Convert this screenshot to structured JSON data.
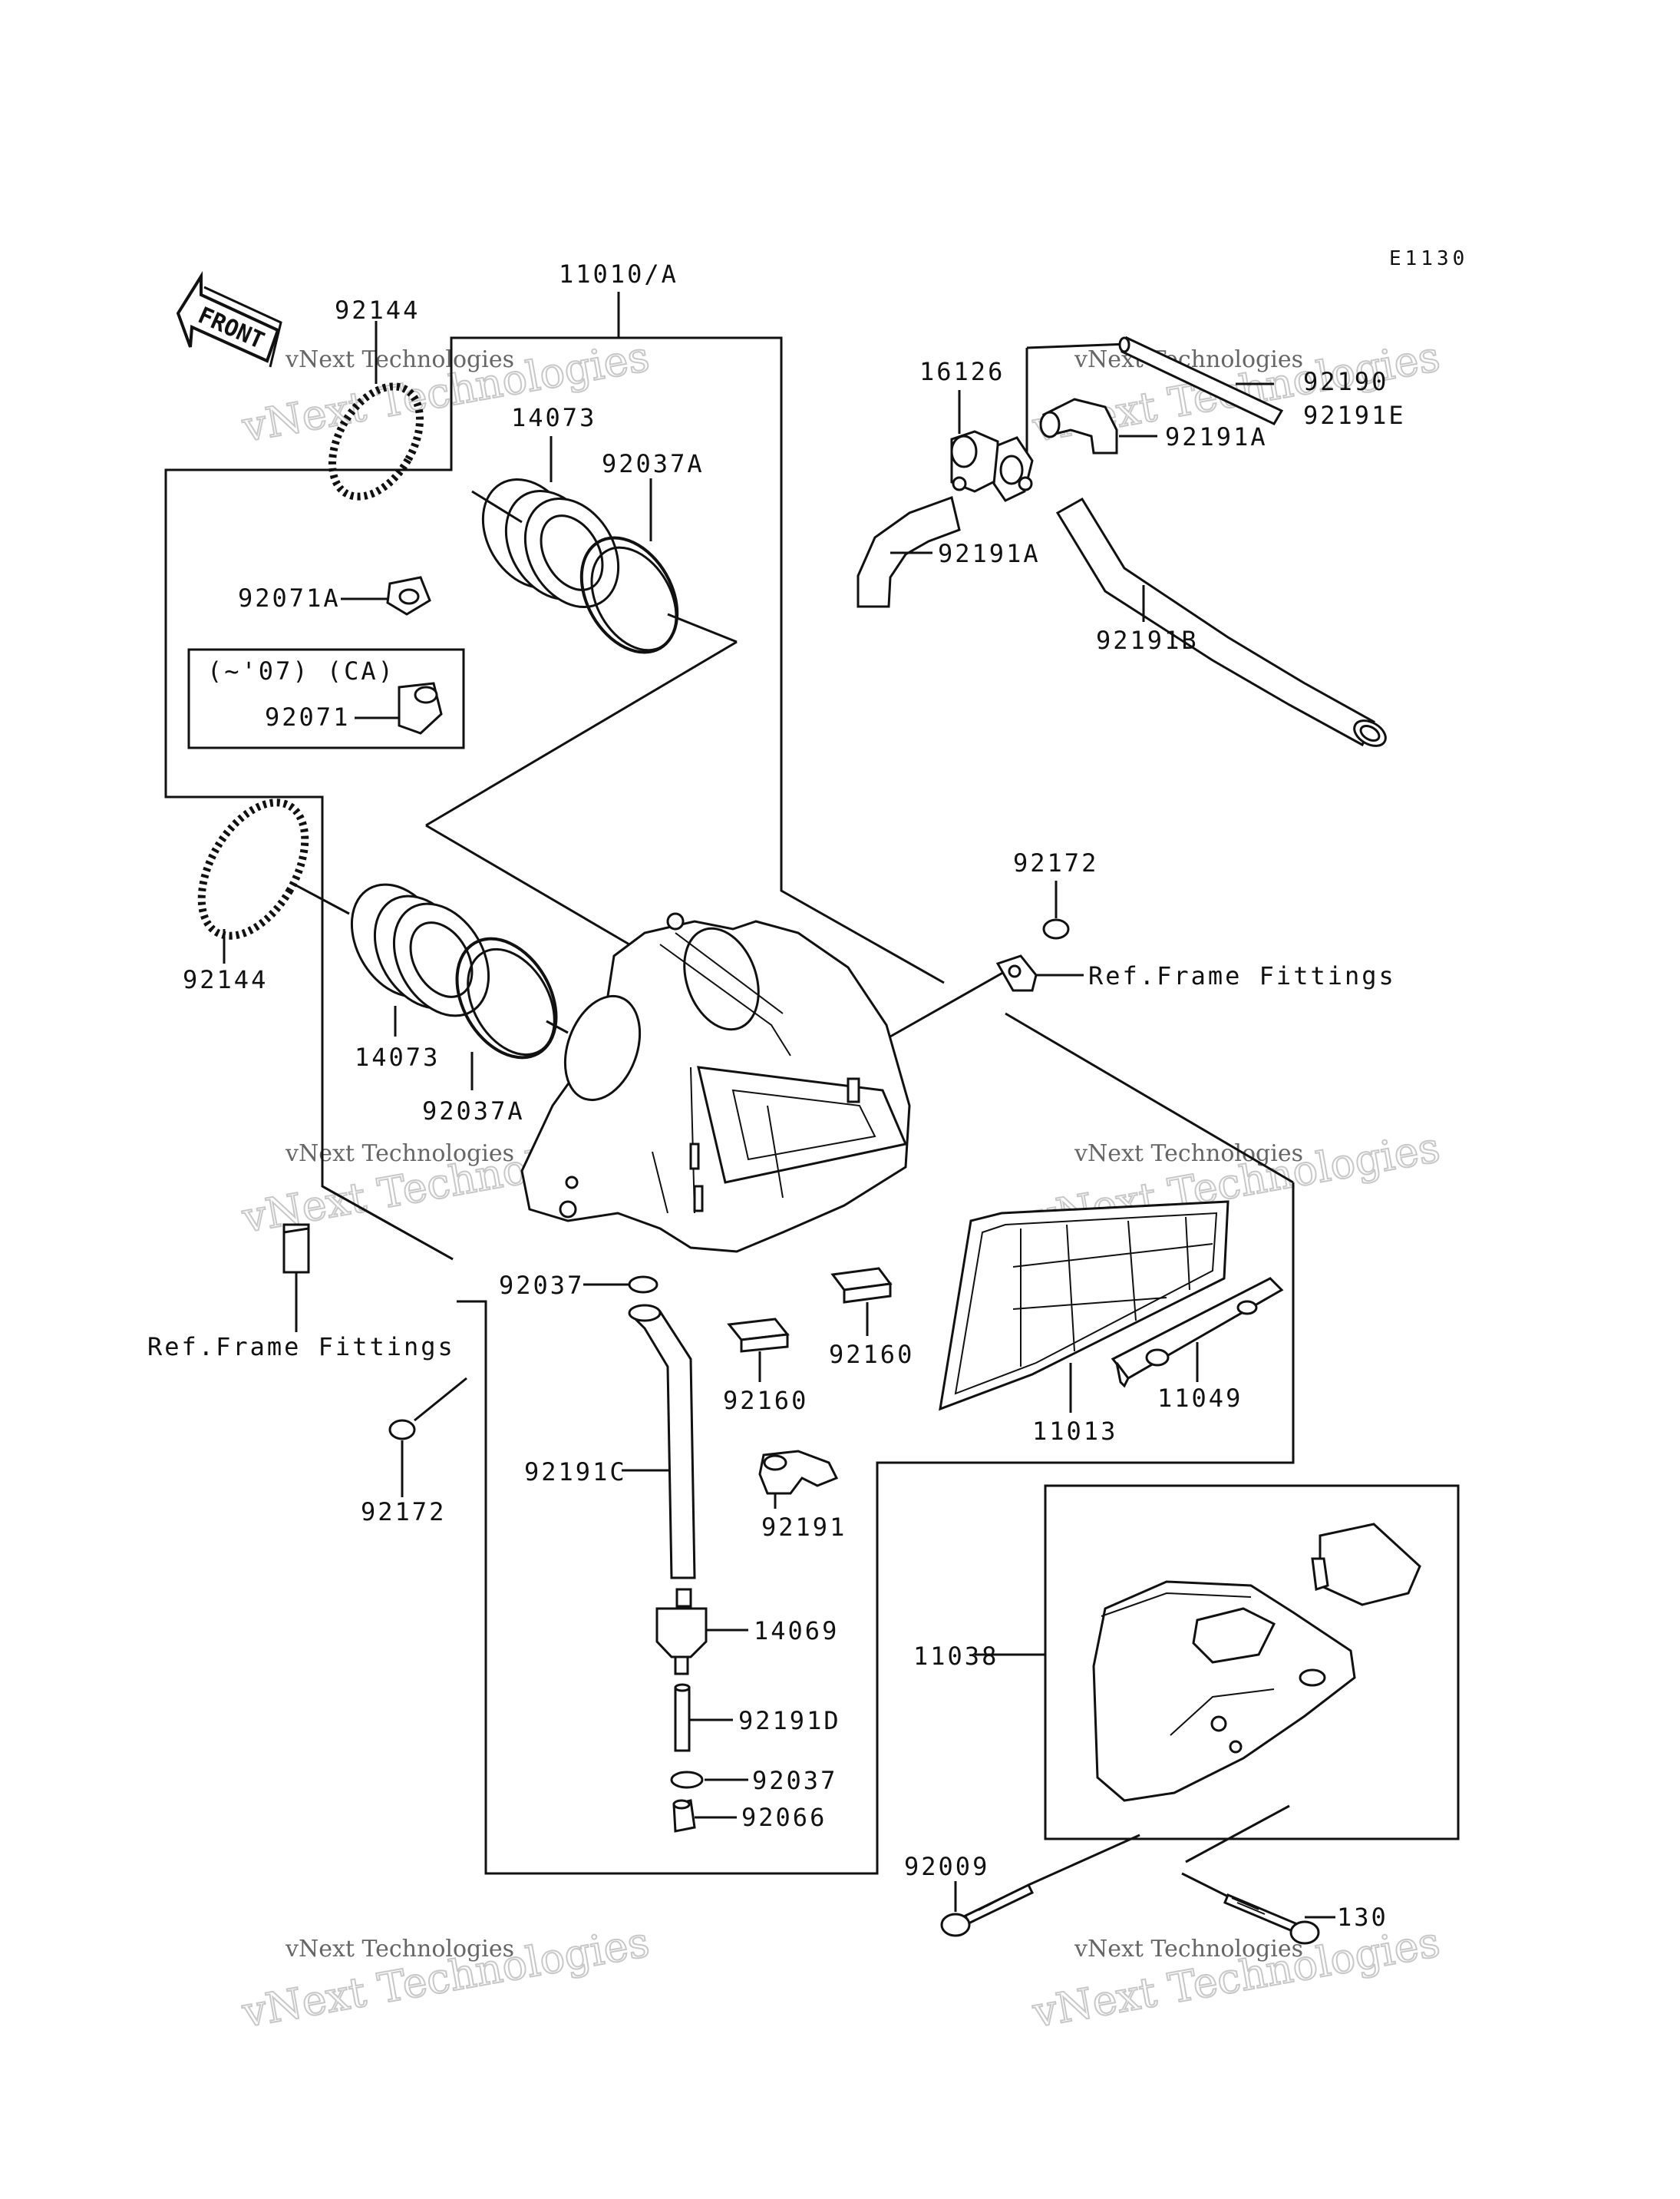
{
  "diagram_code": "E1130",
  "front_label": "FRONT",
  "watermark": {
    "line1": "vNext Technologies",
    "line2": "vNext Technologies"
  },
  "labels": {
    "housing": "11010/A",
    "clamp_tl": "92144",
    "boot_tl": "14073",
    "band_tl": "92037A",
    "grommet_a": "92071A",
    "variant_note": "(~'07) (CA)",
    "grommet": "92071",
    "clamp_bl": "92144",
    "boot_bl": "14073",
    "band_bl": "92037A",
    "valve": "16126",
    "hose_top": "92190",
    "hose_top_e": "92191E",
    "hose_a_right": "92191A",
    "hose_a_left": "92191A",
    "hose_b": "92191B",
    "bolt_top": "92172",
    "ref_frame_right": "Ref.Frame Fittings",
    "ref_frame_left": "Ref.Frame Fittings",
    "bolt_bottom": "92172",
    "clip_top": "92037",
    "pad_right": "92160",
    "pad_left": "92160",
    "filter_element": "11013",
    "holder": "11049",
    "drain_hose": "92191C",
    "elbow": "92191",
    "separator": "14069",
    "hose_d": "92191D",
    "clip_bottom": "92037",
    "plug": "92066",
    "cover": "11038",
    "bolt_long": "92009",
    "bolt_130": "130"
  }
}
